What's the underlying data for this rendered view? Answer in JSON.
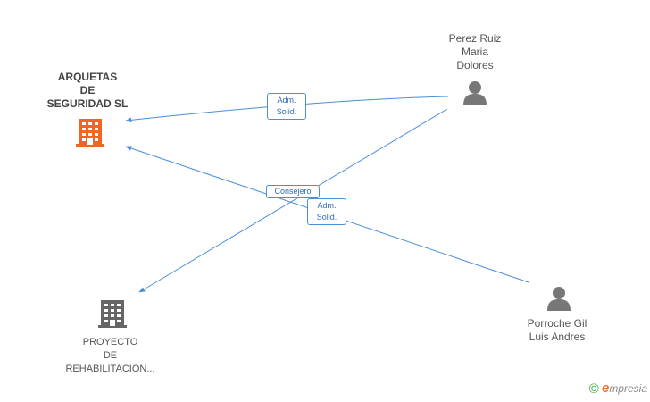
{
  "nodes": {
    "arquetas": {
      "lines": [
        "ARQUETAS",
        "DE",
        "SEGURIDAD SL"
      ],
      "color": "#f26522"
    },
    "proyecto": {
      "lines": [
        "PROYECTO",
        "DE",
        "REHABILITACION..."
      ],
      "color": "#666666"
    },
    "perez": {
      "lines": [
        "Perez Ruiz",
        "Maria",
        "Dolores"
      ],
      "color": "#777777"
    },
    "porroche": {
      "lines": [
        "Porroche Gil",
        "Luis Andres"
      ],
      "color": "#777777"
    }
  },
  "edges": {
    "perez_arquetas": {
      "lines": [
        "Adm.",
        "Solid."
      ]
    },
    "perez_proyecto": {
      "lines": [
        "Consejero"
      ]
    },
    "porroche_arquetas": {
      "lines": [
        "Adm.",
        "Solid."
      ]
    }
  },
  "colors": {
    "edge": "#4a8fd8",
    "label_border": "#4a90d9"
  },
  "brand": {
    "copyright": "©",
    "e": "e",
    "rest": "mpresia"
  }
}
